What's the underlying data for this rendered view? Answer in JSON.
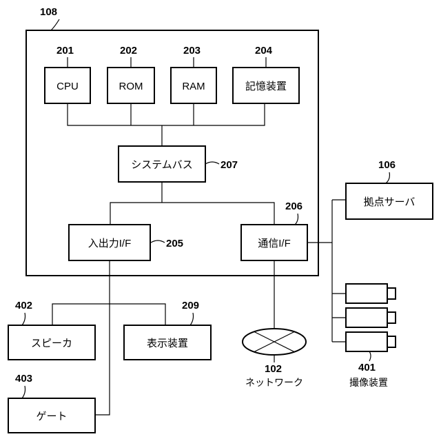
{
  "numerals": {
    "n108": "108",
    "n201": "201",
    "n202": "202",
    "n203": "203",
    "n204": "204",
    "n207": "207",
    "n206": "206",
    "n205": "205",
    "n106": "106",
    "n402": "402",
    "n209": "209",
    "n403": "403",
    "n102": "102",
    "n401": "401"
  },
  "boxes": {
    "cpu": "CPU",
    "rom": "ROM",
    "ram": "RAM",
    "storage": "記憶装置",
    "system_bus": "システムバス",
    "io_if": "入出力I/F",
    "comm_if": "通信I/F",
    "site_server": "拠点サーバ",
    "speaker": "スピーカ",
    "display": "表示装置",
    "gate": "ゲート"
  },
  "captions": {
    "network": "ネットワーク",
    "cameras": "撮像装置"
  }
}
